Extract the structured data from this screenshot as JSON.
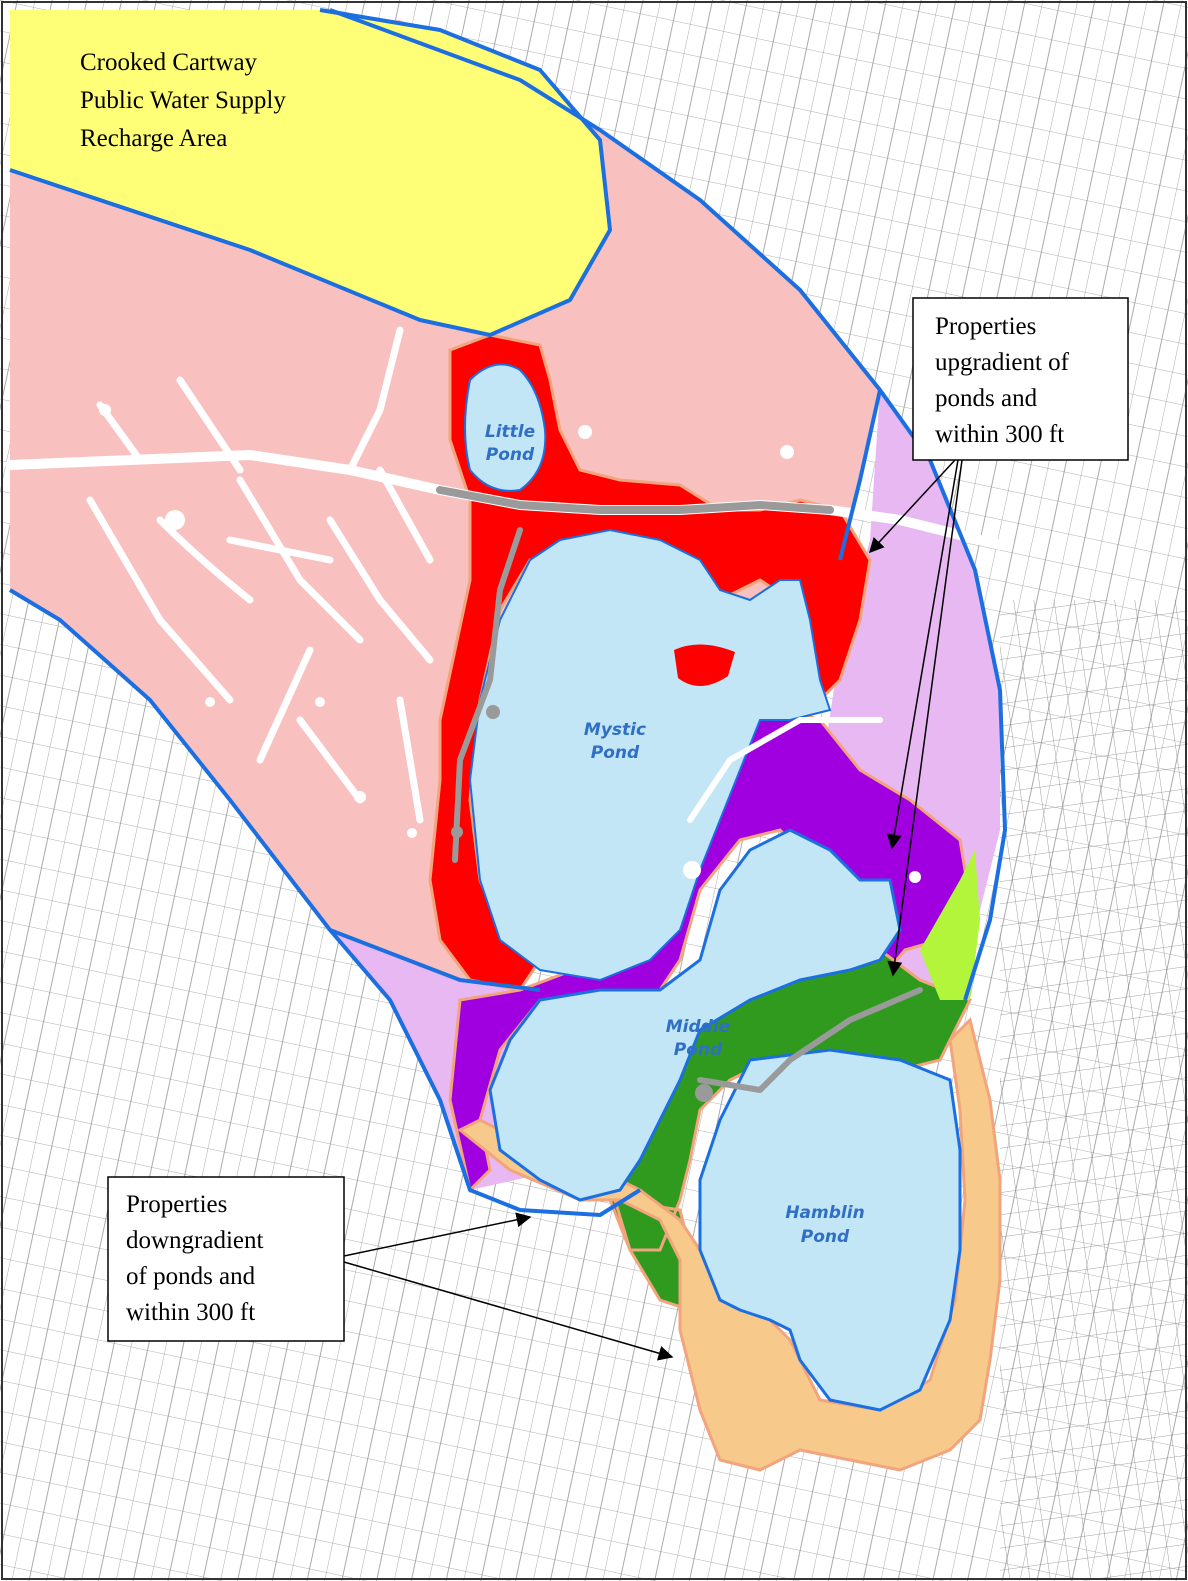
{
  "map": {
    "recharge_area_label": [
      "Crooked Cartway",
      "Public Water Supply",
      "Recharge Area"
    ],
    "ponds": {
      "little": [
        "Little",
        "Pond"
      ],
      "mystic": [
        "Mystic",
        "Pond"
      ],
      "middle": [
        "Middle",
        "Pond"
      ],
      "hamblin": [
        "Hamblin",
        "Pond"
      ]
    },
    "callouts": {
      "upgradient": [
        "Properties",
        "upgradient of",
        "ponds and",
        "within 300 ft"
      ],
      "downgradient": [
        "Properties",
        "downgradient",
        "of ponds and",
        "within 300 ft"
      ]
    },
    "colors": {
      "recharge_area": "#ffff77",
      "watershed_pink": "#f9c0c0",
      "watershed_lavender": "#e7b8f2",
      "pond_water": "#c3e6f7",
      "zone_red": "#ff0000",
      "zone_purple": "#a000e0",
      "zone_green": "#2f9a1e",
      "zone_lime": "#b3f53a",
      "zone_orange": "#f7c98a",
      "boundary_blue": "#1c6fe0",
      "road_gray": "#9a9a9a"
    }
  }
}
